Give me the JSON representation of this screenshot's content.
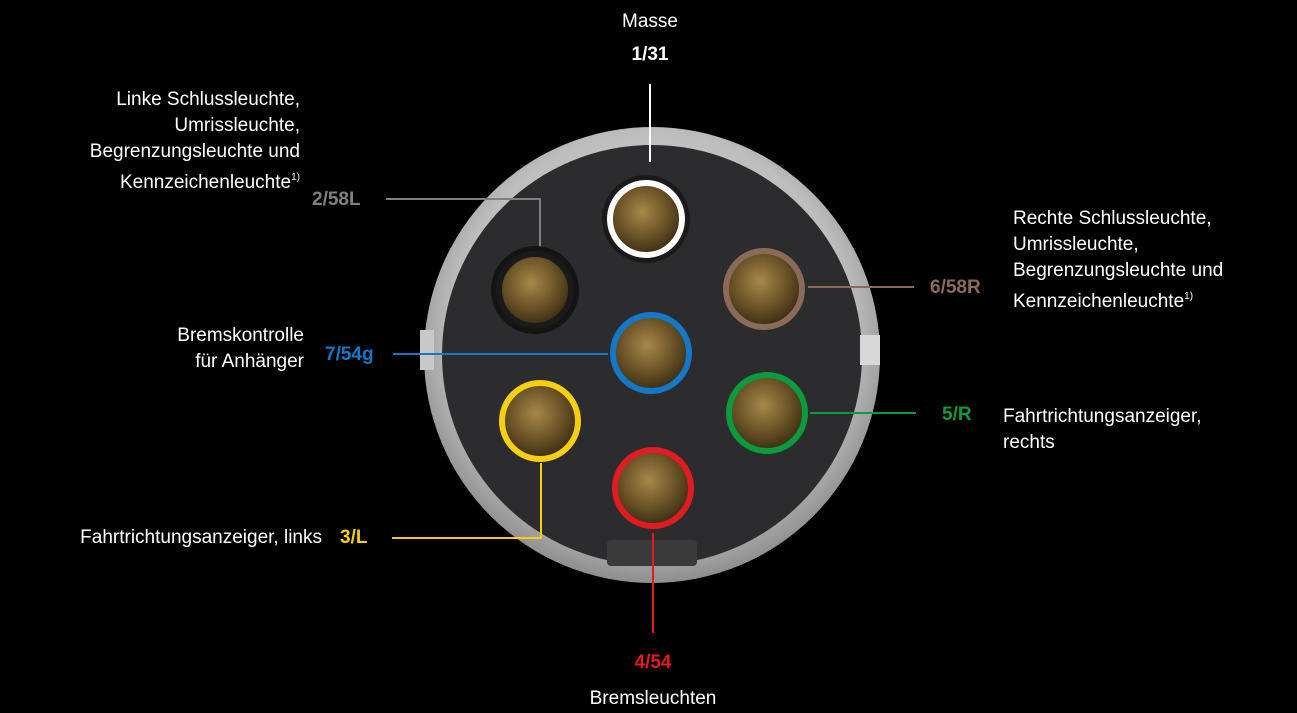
{
  "pins": {
    "p1": {
      "code": "1/31",
      "desc": [
        "Masse"
      ],
      "ring_color": "#ffffff",
      "code_color": "#ffffff"
    },
    "p2": {
      "code": "2/58L",
      "desc": [
        "Linke Schlussleuchte,",
        "Umrissleuchte,",
        "Begrenzungsleuchte und",
        "Kennzeichenleuchte"
      ],
      "footnote": "1)",
      "ring_color": "#1a1a1a",
      "code_color": "#808080"
    },
    "p3": {
      "code": "3/L",
      "desc": [
        "Fahrtrichtungsanzeiger, links"
      ],
      "ring_color": "#f5cf12",
      "code_color": "#f5cf12"
    },
    "p4": {
      "code": "4/54",
      "desc": [
        "Bremsleuchten"
      ],
      "ring_color": "#e11b22",
      "code_color": "#e11b22"
    },
    "p5": {
      "code": "5/R",
      "desc": [
        "Fahrtrichtungsanzeiger,",
        "rechts"
      ],
      "ring_color": "#0b9a3c",
      "code_color": "#0b9a3c"
    },
    "p6": {
      "code": "6/58R",
      "desc": [
        "Rechte Schlussleuchte,",
        "Umrissleuchte,",
        "Begrenzungsleuchte und",
        "Kennzeichenleuchte"
      ],
      "footnote": "1)",
      "ring_color": "#8a6a58",
      "code_color": "#8a6a58"
    },
    "p7": {
      "code": "7/54g",
      "desc": [
        "Bremskontrolle",
        "für Anhänger"
      ],
      "ring_color": "#1478c8",
      "code_color": "#1478c8"
    }
  }
}
